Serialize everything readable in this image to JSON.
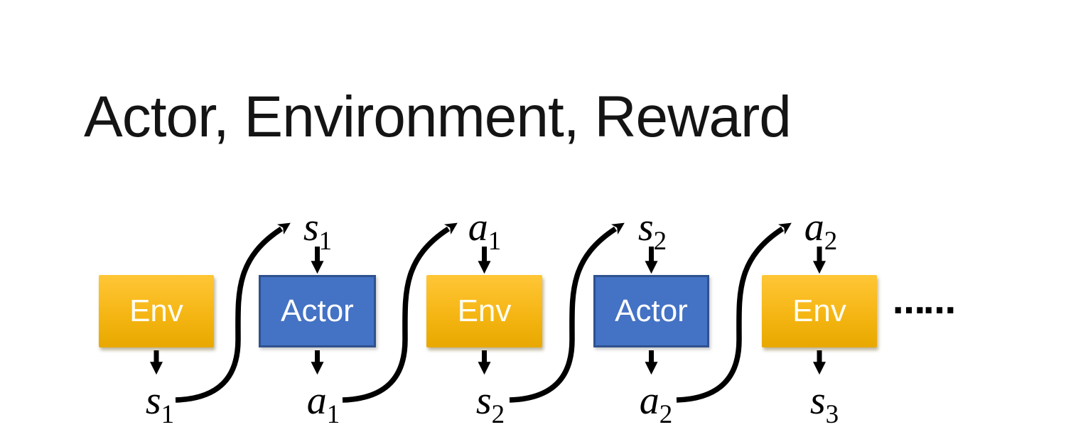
{
  "slide": {
    "title": "Actor, Environment, Reward",
    "ellipsis": "……"
  },
  "colors": {
    "env_gradient_top": "#FFC636",
    "env_gradient_bottom": "#E8A800",
    "actor_fill": "#4472C4",
    "actor_border": "#2F528F",
    "arrow": "#000000",
    "title_text": "#141414",
    "box_text": "#FFFFFF"
  },
  "nodes": [
    {
      "label": "Env",
      "type": "env"
    },
    {
      "label": "Actor",
      "type": "actor"
    },
    {
      "label": "Env",
      "type": "env"
    },
    {
      "label": "Actor",
      "type": "actor"
    },
    {
      "label": "Env",
      "type": "env"
    }
  ],
  "labels": {
    "top": [
      {
        "base": "s",
        "sub": "1"
      },
      {
        "base": "a",
        "sub": "1"
      },
      {
        "base": "s",
        "sub": "2"
      },
      {
        "base": "a",
        "sub": "2"
      }
    ],
    "bottom": [
      {
        "base": "s",
        "sub": "1"
      },
      {
        "base": "a",
        "sub": "1"
      },
      {
        "base": "s",
        "sub": "2"
      },
      {
        "base": "a",
        "sub": "2"
      },
      {
        "base": "s",
        "sub": "3"
      }
    ]
  }
}
